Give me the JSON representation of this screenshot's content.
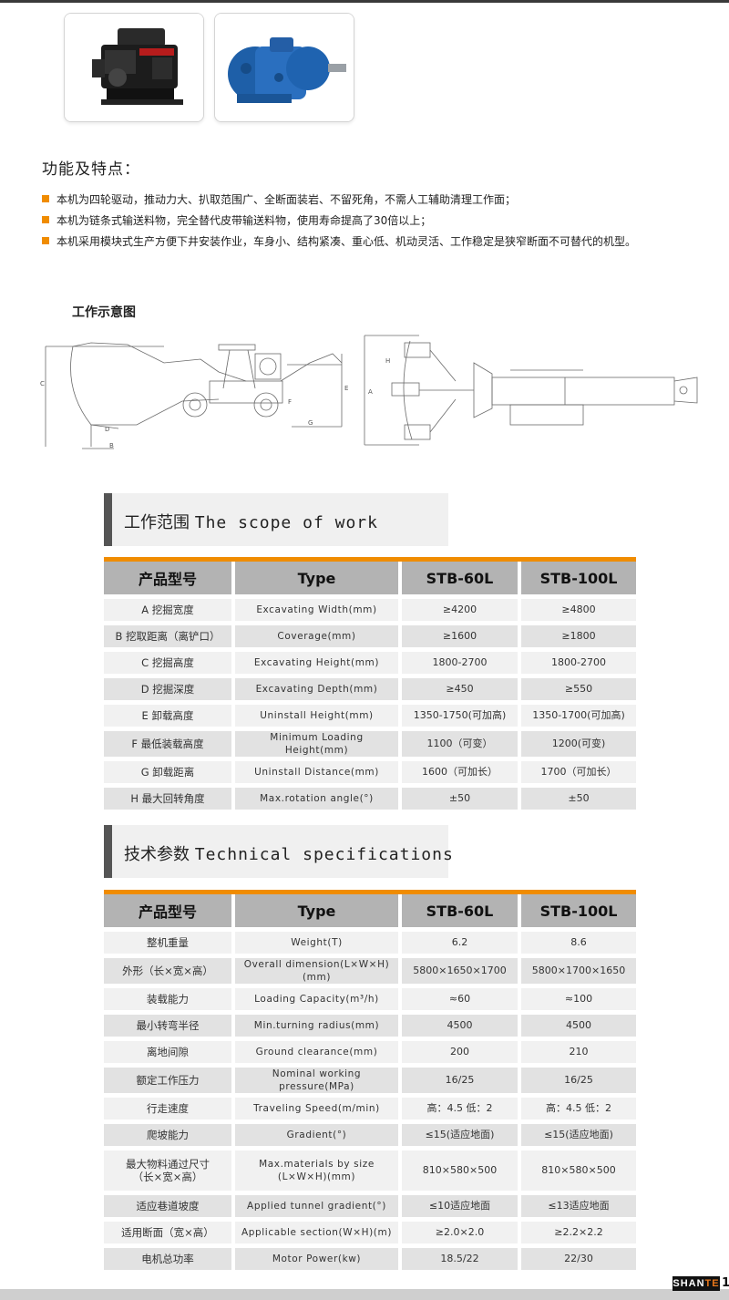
{
  "features": {
    "title": "功能及特点：",
    "items": [
      "本机为四轮驱动，推动力大、扒取范围广、全断面装岩、不留死角，不需人工辅助清理工作面；",
      "本机为链条式输送料物，完全替代皮带输送料物，使用寿命提高了30倍以上；",
      "本机采用模块式生产方便下井安装作业，车身小、结构紧凑、重心低、机动灵活、工作稳定是狭窄断面不可替代的机型。"
    ]
  },
  "diagram": {
    "title": "工作示意图",
    "labels": [
      "C",
      "D",
      "B",
      "E",
      "F",
      "G",
      "A",
      "H"
    ]
  },
  "scope": {
    "title_zh": "工作范围",
    "title_en": "The scope of work",
    "headers": [
      "产品型号",
      "Type",
      "STB-60L",
      "STB-100L"
    ],
    "rows": [
      [
        "A 挖掘宽度",
        "Excavating Width(mm)",
        "≥4200",
        "≥4800"
      ],
      [
        "B 挖取距离（离铲口）",
        "Coverage(mm)",
        "≥1600",
        "≥1800"
      ],
      [
        "C 挖掘高度",
        "Excavating Height(mm)",
        "1800-2700",
        "1800-2700"
      ],
      [
        "D 挖掘深度",
        "Excavating Depth(mm)",
        "≥450",
        "≥550"
      ],
      [
        "E 卸载高度",
        "Uninstall Height(mm)",
        "1350-1750(可加高)",
        "1350-1700(可加高)"
      ],
      [
        "F 最低装载高度",
        "Minimum Loading Height(mm)",
        "1100（可变）",
        "1200(可变)"
      ],
      [
        "G 卸载距离",
        "Uninstall Distance(mm)",
        "1600（可加长）",
        "1700（可加长）"
      ],
      [
        "H 最大回转角度",
        "Max.rotation angle(°)",
        "±50",
        "±50"
      ]
    ]
  },
  "tech": {
    "title_zh": "技术参数",
    "title_en": "Technical specifications",
    "headers": [
      "产品型号",
      "Type",
      "STB-60L",
      "STB-100L"
    ],
    "rows": [
      [
        "整机重量",
        "Weight(T)",
        "6.2",
        "8.6"
      ],
      [
        "外形（长×宽×高）",
        "Overall dimension(L×W×H)(mm)",
        "5800×1650×1700",
        "5800×1700×1650"
      ],
      [
        "装载能力",
        "Loading Capacity(m³/h)",
        "≈60",
        "≈100"
      ],
      [
        "最小转弯半径",
        "Min.turning radius(mm)",
        "4500",
        "4500"
      ],
      [
        "离地间隙",
        "Ground clearance(mm)",
        "200",
        "210"
      ],
      [
        "额定工作压力",
        "Nominal working pressure(MPa)",
        "16/25",
        "16/25"
      ],
      [
        "行走速度",
        "Traveling Speed(m/min)",
        "高：4.5 低：2",
        "高：4.5 低：2"
      ],
      [
        "爬坡能力",
        "Gradient(°)",
        "≤15(适应地面)",
        "≤15(适应地面)"
      ],
      [
        "最大物料通过尺寸\n（长×宽×高）",
        "Max.materials by size\n(L×W×H)(mm)",
        "810×580×500",
        "810×580×500"
      ],
      [
        "适应巷道坡度",
        "Applied tunnel gradient(°)",
        "≤10适应地面",
        "≤13适应地面"
      ],
      [
        "适用断面（宽×高）",
        "Applicable section(W×H)(m)",
        "≥2.0×2.0",
        "≥2.2×2.2"
      ],
      [
        "电机总功率",
        "Motor Power(kw)",
        "18.5/22",
        "22/30"
      ]
    ]
  },
  "footer": {
    "logo_main": "SHAN",
    "logo_accent": "TE",
    "page": "1"
  },
  "colors": {
    "accent": "#f08c00",
    "header_gray": "#b3b3b3",
    "row_light": "#f1f1f1",
    "row_dark": "#e2e2e2"
  },
  "icons": [
    "diesel-engine-image",
    "hydraulic-pump-image"
  ]
}
